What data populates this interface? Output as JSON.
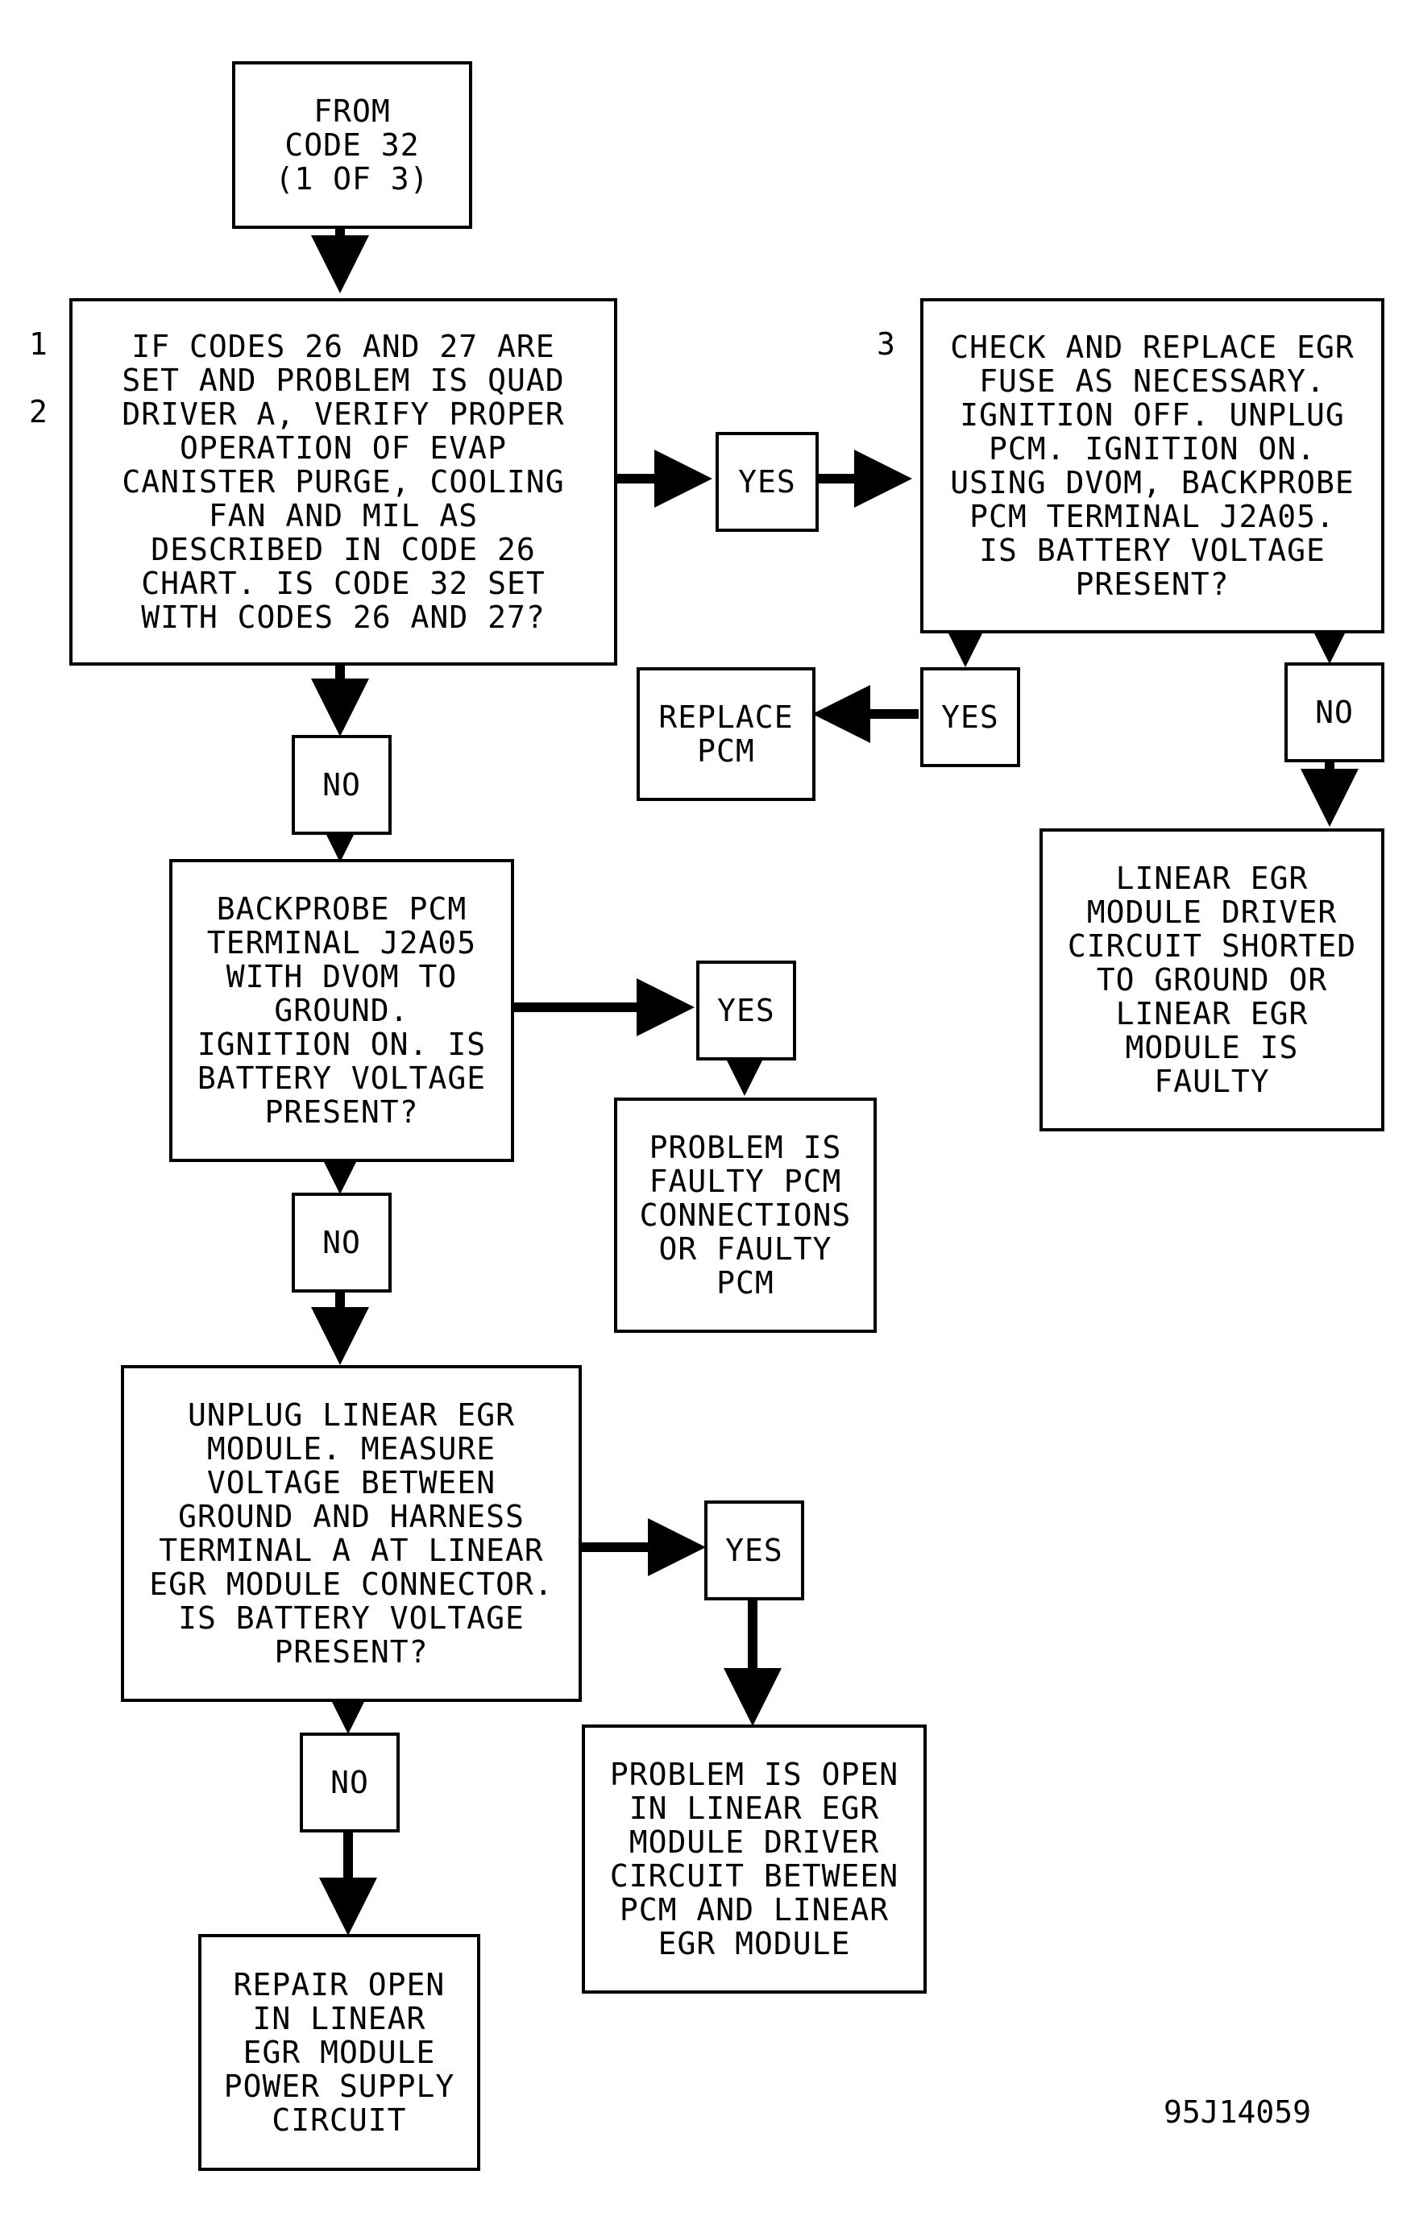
{
  "nodes": {
    "from_code": "FROM\nCODE 32\n(1 OF 3)",
    "step1_question": "IF CODES 26 AND 27 ARE\nSET AND PROBLEM IS QUAD\nDRIVER A, VERIFY PROPER\nOPERATION OF EVAP\nCANISTER PURGE, COOLING\nFAN AND MIL AS\nDESCRIBED IN CODE 26\nCHART. IS CODE 32 SET\nWITH CODES 26 AND 27?",
    "step3_check": "CHECK AND REPLACE EGR\nFUSE AS NECESSARY.\nIGNITION OFF. UNPLUG\nPCM. IGNITION ON.\nUSING DVOM, BACKPROBE\nPCM TERMINAL J2A05.\nIS BATTERY VOLTAGE\nPRESENT?",
    "replace_pcm": "REPLACE\nPCM",
    "linear_egr_shorted": "LINEAR EGR\nMODULE DRIVER\nCIRCUIT SHORTED\nTO GROUND OR\nLINEAR EGR\nMODULE IS\nFAULTY",
    "backprobe": "BACKPROBE PCM\nTERMINAL J2A05\nWITH DVOM TO\nGROUND.\nIGNITION ON. IS\nBATTERY VOLTAGE\nPRESENT?",
    "faulty_connections": "PROBLEM IS\nFAULTY PCM\nCONNECTIONS\nOR FAULTY\nPCM",
    "unplug_module": "UNPLUG LINEAR EGR\nMODULE. MEASURE\nVOLTAGE BETWEEN\nGROUND AND HARNESS\nTERMINAL A AT LINEAR\nEGR MODULE CONNECTOR.\nIS BATTERY VOLTAGE\nPRESENT?",
    "open_driver_circuit": "PROBLEM IS OPEN\nIN LINEAR EGR\nMODULE DRIVER\nCIRCUIT BETWEEN\nPCM AND LINEAR\nEGR MODULE",
    "repair_open": "REPAIR OPEN\nIN LINEAR\nEGR MODULE\nPOWER SUPPLY\nCIRCUIT"
  },
  "answers": {
    "yes": "YES",
    "no": "NO"
  },
  "step_numbers": [
    "1",
    "2",
    "3"
  ],
  "figure_id": "95J14059"
}
